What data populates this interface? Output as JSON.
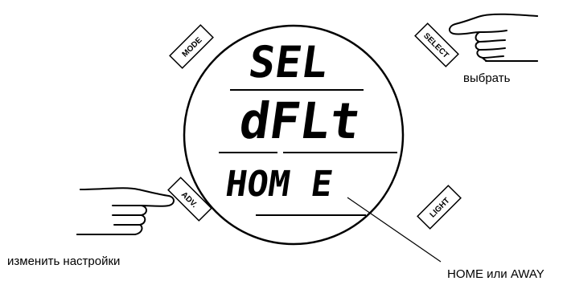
{
  "buttons": {
    "mode": "MODE",
    "select": "SELECT",
    "adv": "ADV.",
    "light": "LIGHT"
  },
  "display": {
    "line1": "SEL",
    "line2": "dFLt",
    "line3": "HOM E"
  },
  "captions": {
    "select_action": "выбрать",
    "adv_action": "изменить настройки",
    "home_away": "HOME или AWAY"
  },
  "colors": {
    "ink": "#000000",
    "background": "#ffffff"
  },
  "icons": {
    "pointing_hand_right": "hand-pointing-left-icon",
    "pointing_hand_left": "hand-pointing-right-icon"
  }
}
